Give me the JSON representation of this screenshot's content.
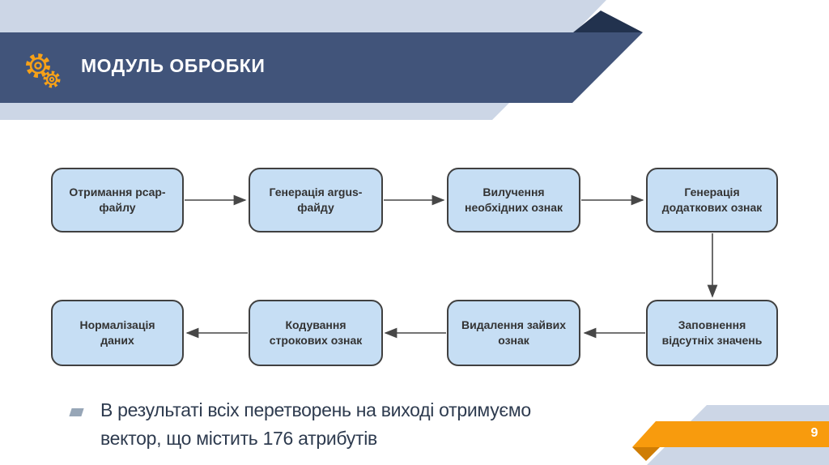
{
  "header": {
    "title": "МОДУЛЬ ОБРОБКИ",
    "icon": "gears-icon",
    "colors": {
      "band_light": "#ccd6e6",
      "band_navy": "#41547a",
      "fold_navy": "#22324e",
      "icon_orange": "#f6a118"
    }
  },
  "flowchart": {
    "box_fill": "#c6def4",
    "box_border": "#404040",
    "arrow_color": "#474747",
    "boxes": [
      {
        "id": "otrymannia-pcap",
        "line1": "Отримання pcap-",
        "line2": "файлу"
      },
      {
        "id": "heneratsiia-argus",
        "line1": "Генерація argus-",
        "line2": "файду"
      },
      {
        "id": "vyluchennia-oznak",
        "line1": "Вилучення",
        "line2": "необхідних ознак"
      },
      {
        "id": "heneratsiia-dodatkovyh",
        "line1": "Генерація",
        "line2": "додаткових ознак"
      },
      {
        "id": "zapovnennia-znachen",
        "line1": "Заповнення",
        "line2": "відсутніх значень"
      },
      {
        "id": "vydalennia-zaivyh",
        "line1": "Видалення зайвих",
        "line2": "ознак"
      },
      {
        "id": "koduvannia-strokovyh",
        "line1": "Кодування",
        "line2": "строкових ознак"
      },
      {
        "id": "normalizatsiia-danyh",
        "line1": "Нормалізація",
        "line2": "даних"
      }
    ]
  },
  "bullet": {
    "marker": "square-bullet",
    "line1": "В результаті всіх перетворень на виході отримуємо",
    "line2": "вектор, що містить 176 атрибутів"
  },
  "footer": {
    "page_number": "9",
    "colors": {
      "ribbon_orange": "#f89b0d",
      "ribbon_fold": "#cf7d05",
      "ribbon_light": "#ccd6e6"
    }
  }
}
